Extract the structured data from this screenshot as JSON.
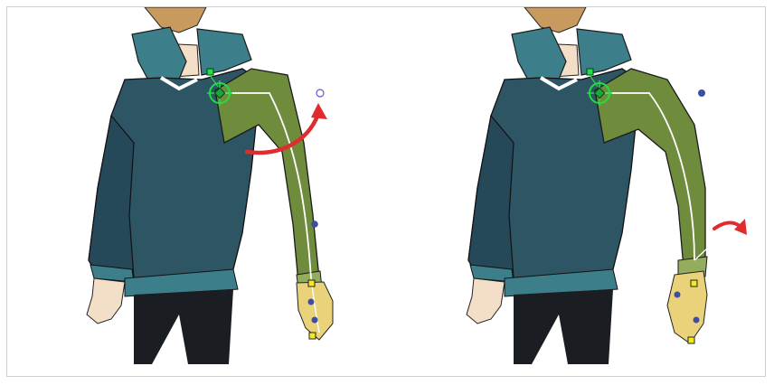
{
  "figure": {
    "panels": [
      {
        "id": "before",
        "state": "upper-arm-rotation"
      },
      {
        "id": "after",
        "state": "forearm-rotation"
      }
    ]
  },
  "colors": {
    "hoodie": "#2e5564",
    "hoodie_dark": "#1f3d49",
    "hood_lining": "#3c7f8a",
    "sleeve": "#6f8b3c",
    "sleeve_light": "#93ad5c",
    "skin": "#f3dfc8",
    "glove": "#e9d27a",
    "pants": "#1a1d22",
    "arrow": "#e02c2c",
    "pivot": "#22dd44",
    "handle_blue": "#3e4ea3",
    "handle_yellow": "#f2ea1a",
    "bone_line": "#ffffff"
  },
  "icons": {
    "pivot": "pivot-crosshair-icon",
    "rotation_arrow": "curved-arrow-icon",
    "control_point": "control-point-icon",
    "end_handle": "end-handle-icon"
  }
}
